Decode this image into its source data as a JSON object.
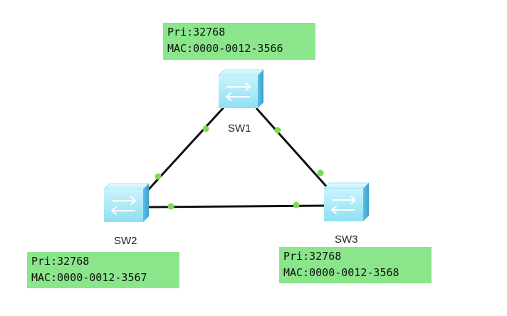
{
  "switches": [
    {
      "name": "SW1",
      "priority": "Pri:32768",
      "mac": "MAC:0000-0012-3566"
    },
    {
      "name": "SW2",
      "priority": "Pri:32768",
      "mac": "MAC:0000-0012-3567"
    },
    {
      "name": "SW3",
      "priority": "Pri:32768",
      "mac": "MAC:0000-0012-3568"
    }
  ],
  "colors": {
    "info_box_background": "#8be68b",
    "link_line": "#111111",
    "port_dot": "#7ed957",
    "switch_body": "#a8ecf8",
    "switch_side": "#52b6e0"
  }
}
